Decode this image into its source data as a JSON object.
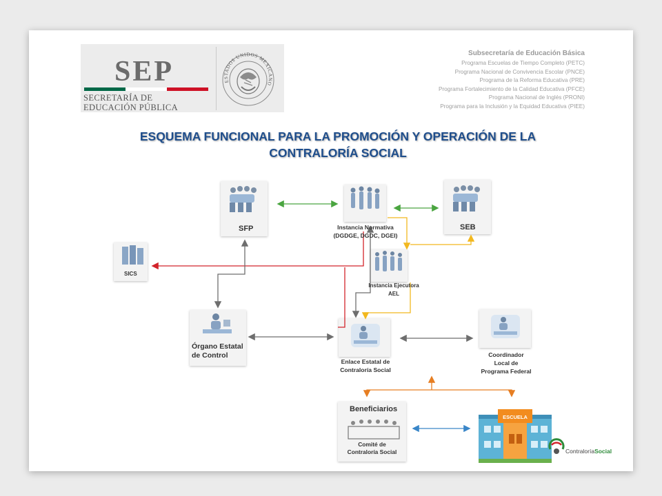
{
  "header": {
    "logo_text": "SEP",
    "logo_sub1": "SECRETARÍA DE",
    "logo_sub2": "EDUCACIÓN PÚBLICA",
    "seal_text": "ESTADOS UNIDOS MEXICANOS",
    "title": "Subsecretaría de Educación Básica",
    "programs": [
      "Programa Escuelas de Tiempo Completo (PETC)",
      "Programa Nacional de Convivencia Escolar (PNCE)",
      "Programa de la Reforma Educativa (PRE)",
      "Programa Fortalecimiento de la Calidad Educativa (PFCE)",
      "Programa Nacional de Inglés (PRONI)",
      "Programa para la Inclusión y la Equidad Educativa (PIEE)"
    ]
  },
  "diagram": {
    "title_line1": "ESQUEMA FUNCIONAL PARA LA PROMOCIÓN Y OPERACIÓN DE LA",
    "title_line2": "CONTRALORÍA SOCIAL",
    "nodes": {
      "sfp": "SFP",
      "seb": "SEB",
      "sics": "SICS",
      "normativa_l1": "Instancia Normativa",
      "normativa_l2": "(DGDGE, DGDC, DGEI)",
      "ejecutora_l1": "Instancia Ejecutora",
      "ejecutora_l2": "AEL",
      "organo_l1": "Órgano Estatal",
      "organo_l2": "de Control",
      "enlace_l1": "Enlace Estatal de",
      "enlace_l2": "Contraloría Social",
      "coord_l1": "Coordinador",
      "coord_l2": "Local de",
      "coord_l3": "Programa Federal",
      "beneficiarios": "Beneficiarios",
      "comite_l1": "Comité de",
      "comite_l2": "Contraloría Social",
      "escuela": "ESCUELA",
      "footer_logo_a": "Contraloría",
      "footer_logo_b": "Social"
    }
  },
  "colors": {
    "title_blue": "#1f4e8c",
    "green_arrow": "#4aa540",
    "yellow_arrow": "#f2b81f",
    "red_arrow": "#d2232a",
    "gray_arrow": "#7a7a7a",
    "orange_arrow": "#e67e22",
    "blue_arrow": "#3a86c8",
    "mexico_green": "#006847",
    "mexico_red": "#ce1126"
  }
}
